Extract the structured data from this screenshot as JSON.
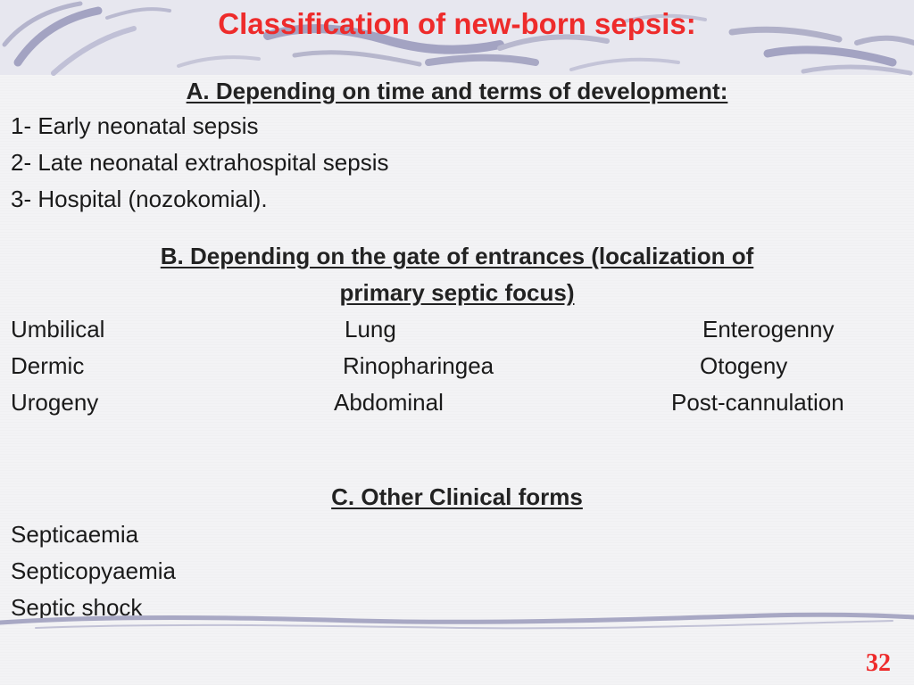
{
  "slide": {
    "title": "Classification of new-born sepsis:",
    "section_a": {
      "heading": "A. Depending on time and terms of development:",
      "items": [
        "1- Early neonatal sepsis",
        "2- Late neonatal extrahospital sepsis",
        "3- Hospital (nozokomial)."
      ]
    },
    "section_b": {
      "heading_line1": "B. Depending on the gate of entrances (localization of",
      "heading_line2": "primary septic focus)",
      "rows": [
        [
          "Umbilical",
          "Lung",
          "Enterogenny"
        ],
        [
          "Dermic",
          "Rinopharingea",
          "Otogeny"
        ],
        [
          "Urogeny",
          "Abdominal",
          "Post-cannulation"
        ]
      ]
    },
    "section_c": {
      "heading": "C. Other Clinical forms",
      "items": [
        "Septicaemia",
        "Septicopyaemia",
        "Septic shock"
      ]
    },
    "page_number": "32",
    "colors": {
      "title": "#ee2b2b",
      "page_number": "#ee2b2b",
      "swirl": "#9a9ab8",
      "band": "#e7e7ef"
    }
  }
}
